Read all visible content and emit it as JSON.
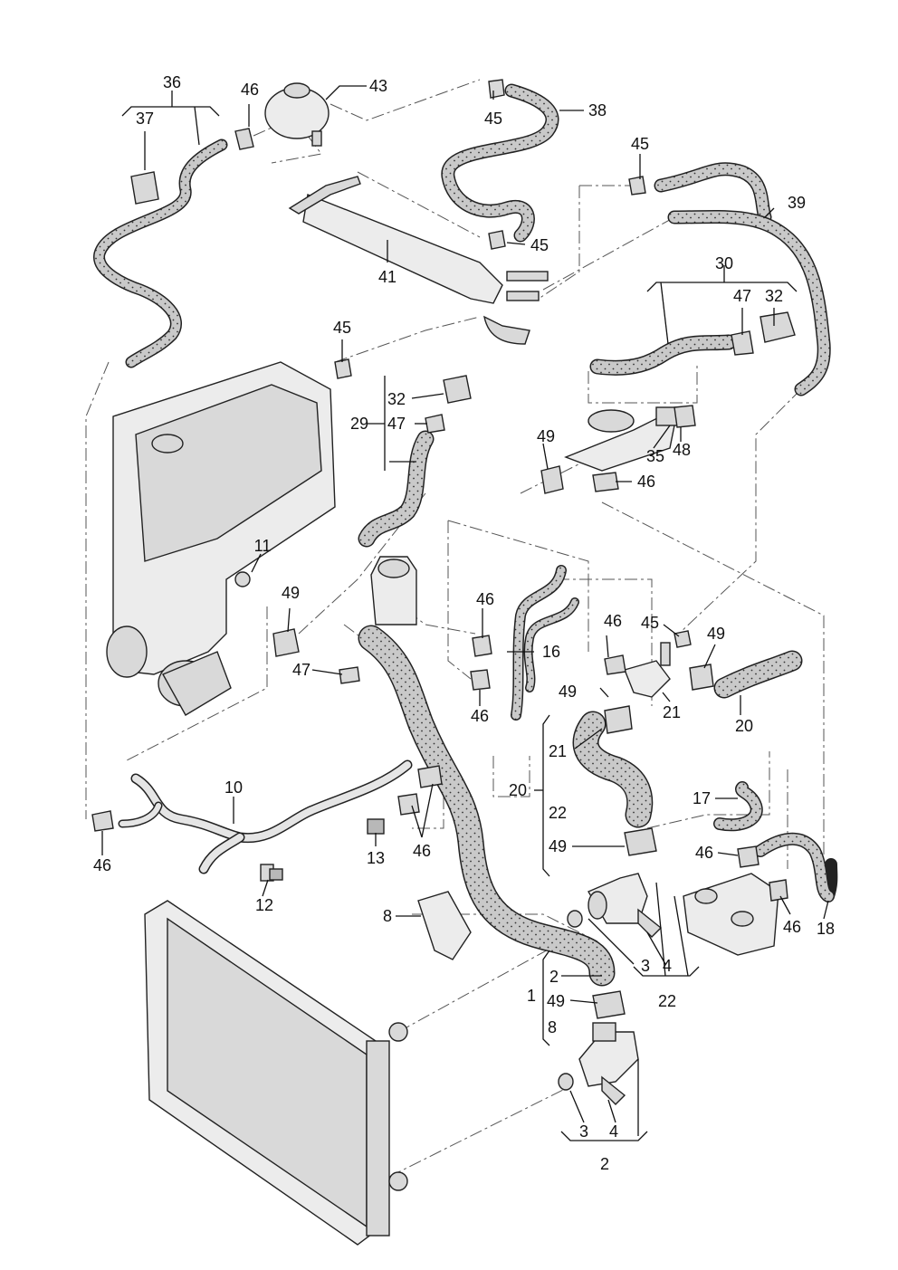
{
  "diagram": {
    "callouts": [
      {
        "id": "c36",
        "text": "36"
      },
      {
        "id": "c37",
        "text": "37"
      },
      {
        "id": "c46a",
        "text": "46"
      },
      {
        "id": "c43",
        "text": "43"
      },
      {
        "id": "c45a",
        "text": "45"
      },
      {
        "id": "c38",
        "text": "38"
      },
      {
        "id": "c45b",
        "text": "45"
      },
      {
        "id": "c39",
        "text": "39"
      },
      {
        "id": "c45c",
        "text": "45"
      },
      {
        "id": "c41",
        "text": "41"
      },
      {
        "id": "c30",
        "text": "30"
      },
      {
        "id": "c47a",
        "text": "47"
      },
      {
        "id": "c32a",
        "text": "32"
      },
      {
        "id": "c45d",
        "text": "45"
      },
      {
        "id": "c32b",
        "text": "32"
      },
      {
        "id": "c29",
        "text": "29"
      },
      {
        "id": "c47b",
        "text": "47"
      },
      {
        "id": "c49a",
        "text": "49"
      },
      {
        "id": "c35",
        "text": "35"
      },
      {
        "id": "c48",
        "text": "48"
      },
      {
        "id": "c46b",
        "text": "46"
      },
      {
        "id": "c11",
        "text": "11"
      },
      {
        "id": "c49b",
        "text": "49"
      },
      {
        "id": "c46c",
        "text": "46"
      },
      {
        "id": "c16",
        "text": "16"
      },
      {
        "id": "c46d",
        "text": "46"
      },
      {
        "id": "c45e",
        "text": "45"
      },
      {
        "id": "c49c",
        "text": "49"
      },
      {
        "id": "c47c",
        "text": "47"
      },
      {
        "id": "c46e",
        "text": "46"
      },
      {
        "id": "c49d",
        "text": "49"
      },
      {
        "id": "c21a",
        "text": "21"
      },
      {
        "id": "c20a",
        "text": "20"
      },
      {
        "id": "c21b",
        "text": "21"
      },
      {
        "id": "c20b",
        "text": "20"
      },
      {
        "id": "c22a",
        "text": "22"
      },
      {
        "id": "c49e",
        "text": "49"
      },
      {
        "id": "c10",
        "text": "10"
      },
      {
        "id": "c17",
        "text": "17"
      },
      {
        "id": "c46f",
        "text": "46"
      },
      {
        "id": "c13",
        "text": "13"
      },
      {
        "id": "c46g",
        "text": "46"
      },
      {
        "id": "c46h",
        "text": "46"
      },
      {
        "id": "c12",
        "text": "12"
      },
      {
        "id": "c8",
        "text": "8"
      },
      {
        "id": "c46i",
        "text": "46"
      },
      {
        "id": "c18",
        "text": "18"
      },
      {
        "id": "c3a",
        "text": "3"
      },
      {
        "id": "c4a",
        "text": "4"
      },
      {
        "id": "c2a",
        "text": "2"
      },
      {
        "id": "c22b",
        "text": "22"
      },
      {
        "id": "c1",
        "text": "1"
      },
      {
        "id": "c49f",
        "text": "49"
      },
      {
        "id": "c8b",
        "text": "8"
      },
      {
        "id": "c3b",
        "text": "3"
      },
      {
        "id": "c4b",
        "text": "4"
      },
      {
        "id": "c2b",
        "text": "2"
      }
    ]
  }
}
